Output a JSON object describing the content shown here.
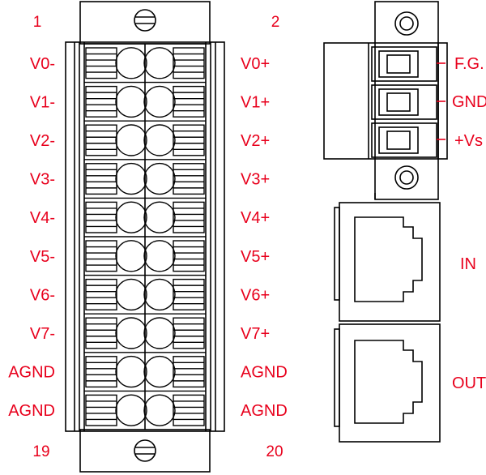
{
  "colors": {
    "label": "#e8001c",
    "line": "#000000",
    "background": "#ffffff"
  },
  "terminal_block": {
    "pin_first_left": "1",
    "pin_first_right": "2",
    "pin_last_left": "19",
    "pin_last_right": "20",
    "left_labels": [
      "V0-",
      "V1-",
      "V2-",
      "V3-",
      "V4-",
      "V5-",
      "V6-",
      "V7-",
      "AGND",
      "AGND"
    ],
    "right_labels": [
      "V0+",
      "V1+",
      "V2+",
      "V3+",
      "V4+",
      "V5+",
      "V6+",
      "V7+",
      "AGND",
      "AGND"
    ],
    "screw_top_icon": "screw-icon",
    "screw_bottom_icon": "screw-icon"
  },
  "power_connector": {
    "pin_labels": [
      "F.G.",
      "GND",
      "+Vs"
    ]
  },
  "ports": {
    "in_label": "IN",
    "out_label": "OUT",
    "icon": "rj45-port-icon"
  }
}
